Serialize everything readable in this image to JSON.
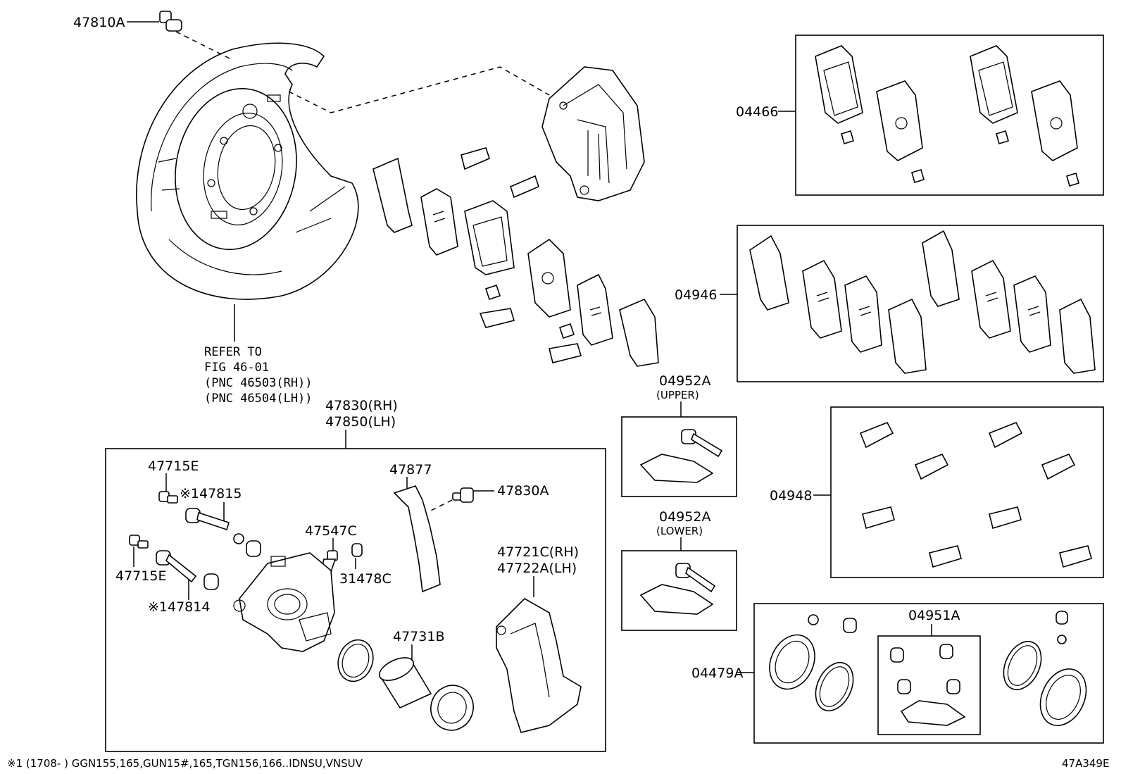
{
  "labels": {
    "bolt_top": "47810A",
    "refer1": "REFER TO",
    "refer2": "FIG 46-01",
    "refer3": "(PNC 46503(RH))",
    "refer4": "(PNC 46504(LH))",
    "caliper_rh": "47830(RH)",
    "caliper_lh": "47850(LH)",
    "bleeder_top": "47715E",
    "pin_upper": "※147815",
    "bleeder_low": "47715E",
    "pin_lower": "※147814",
    "plate": "47877",
    "plate_bolt": "47830A",
    "bleeder_screw": "47547C",
    "cap": "31478C",
    "mount_rh": "47721C(RH)",
    "mount_lh": "47722A(LH)",
    "piston": "47731B",
    "pad_kit": "04466",
    "shim_kit": "04946",
    "upper_kit": "04952A",
    "upper_tag": "(UPPER)",
    "lower_kit": "04952A",
    "lower_tag": "(LOWER)",
    "fitting_kit": "04948",
    "boot_kit": "04951A",
    "seal_kit": "04479A",
    "footnote": "※1 (1708-      ) GGN155,165,GUN15#,165,TGN156,166..IDNSU,VNSUV",
    "diagram_code": "47A349E"
  }
}
